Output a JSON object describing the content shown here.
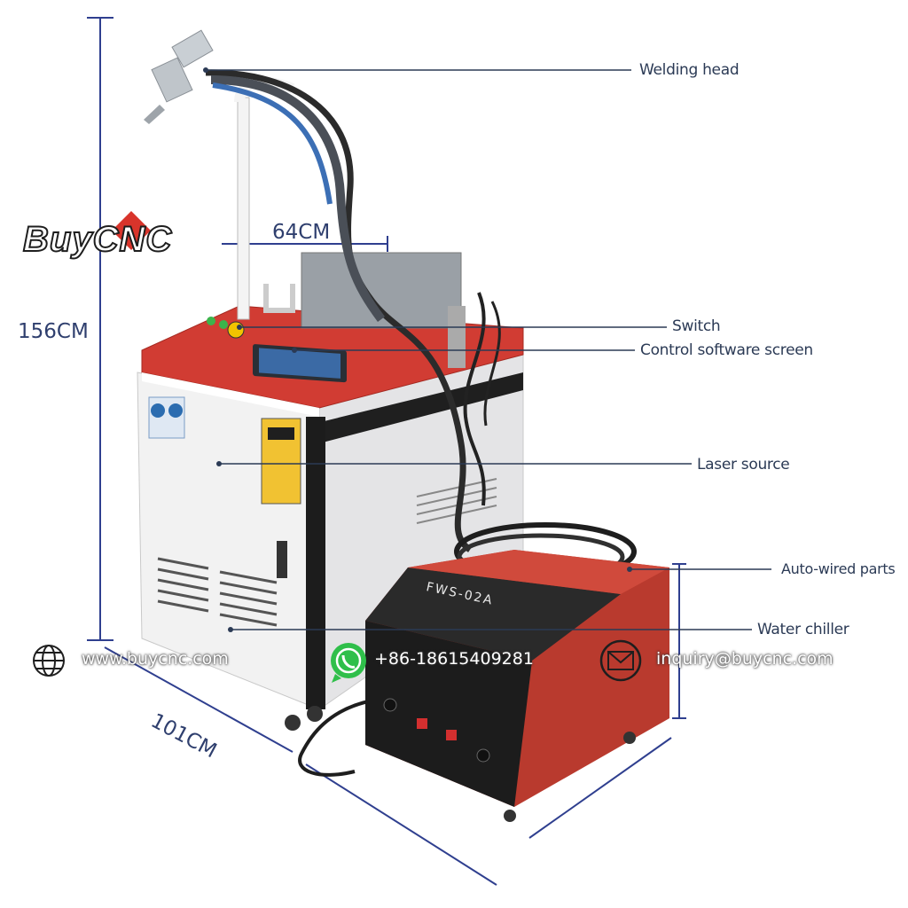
{
  "brand": {
    "logo_text": "BuyCNC"
  },
  "dimensions": {
    "height": "156CM",
    "width": "64CM",
    "depth": "101CM"
  },
  "callouts": {
    "welding_head": "Welding head",
    "switch": "Switch",
    "control_screen": "Control software screen",
    "laser_source": "Laser source",
    "auto_wired": "Auto-wired parts",
    "water_chiller": "Water chiller"
  },
  "contact": {
    "website": "www.buycnc.com",
    "phone": "+86-18615409281",
    "email": "inquiry@buycnc.com"
  },
  "device_text": {
    "chiller_model": "FWS-02A"
  },
  "colors": {
    "accent_red": "#c8362b",
    "dimension_blue": "#2f3f8f",
    "label_text": "#2b3a55"
  },
  "icons": [
    "globe-icon",
    "whatsapp-icon",
    "envelope-icon"
  ]
}
